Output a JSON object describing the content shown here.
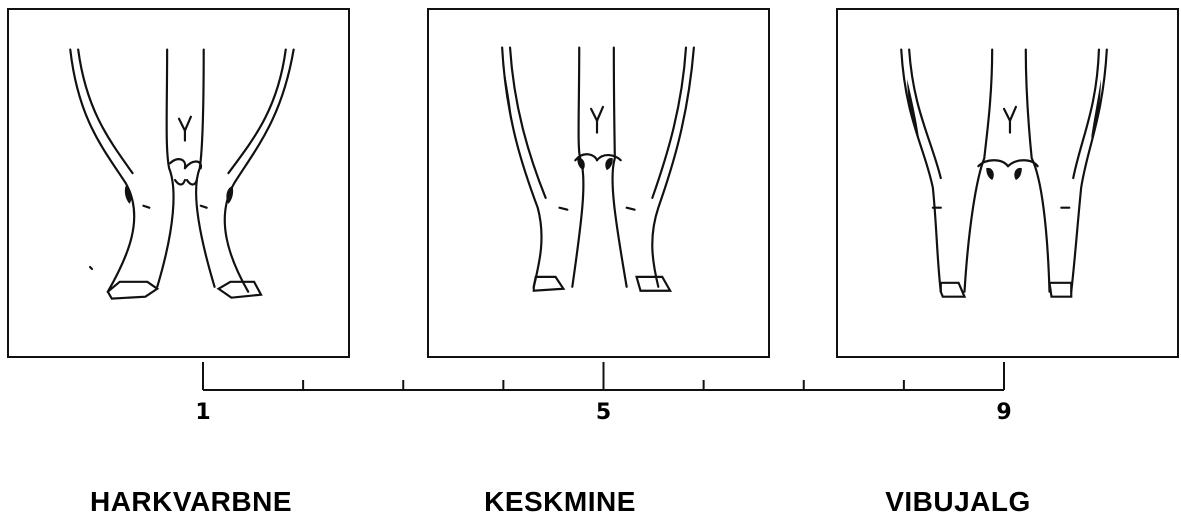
{
  "panels": [
    {
      "name": "panel-harkvarbne"
    },
    {
      "name": "panel-keskmine"
    },
    {
      "name": "panel-vibujalg"
    }
  ],
  "scale": {
    "min": 1,
    "max": 9,
    "tick_count": 9,
    "labels": [
      "1",
      "5",
      "9"
    ]
  },
  "categories": [
    "HARKVARBNE",
    "KESKMINE",
    "VIBUJALG"
  ]
}
